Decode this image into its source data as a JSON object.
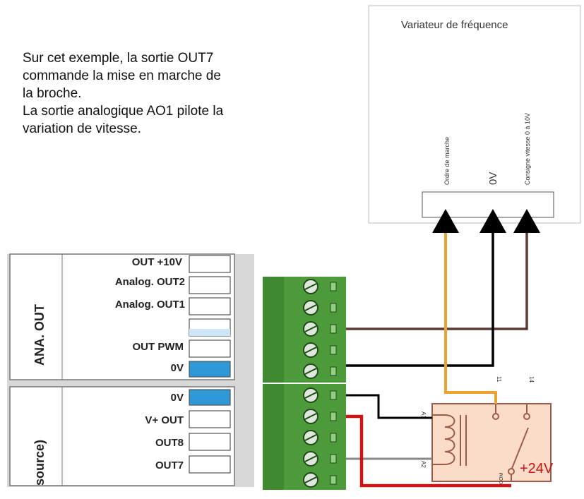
{
  "description": {
    "lines": [
      "Sur cet exemple, la sortie OUT7",
      "commande la mise en marche de",
      "la broche.",
      "La sortie analogique AO1 pilote la",
      "variation de vitesse."
    ]
  },
  "vfd": {
    "title": "Variateur de fréquence",
    "pin_run": "Ordre de marche",
    "pin_0v": "0V",
    "pin_speed": "Consigne vitesse 0 à 10V"
  },
  "board": {
    "group_ana": "ANA. OUT",
    "group_out": "source)",
    "rows": [
      "OUT +10V",
      "Analog. OUT2",
      "Analog. OUT1",
      "OUT PWM",
      "0V",
      "0V",
      "V+ OUT",
      "OUT8",
      "OUT7"
    ]
  },
  "relay": {
    "coil_top": "A1",
    "coil_bottom": "A2",
    "contact_left": "11",
    "contact_right": "14",
    "common": "COM"
  },
  "supply": {
    "label": "+24V"
  },
  "colors": {
    "wire_orange": "#e8a531",
    "wire_black": "#000000",
    "wire_brown": "#5a3a33",
    "wire_red": "#cc1515",
    "wire_gray": "#888888",
    "terminal_green": "#4d9a3b",
    "relay_fill": "#fbdcc8",
    "relay_stroke": "#9b5b4b",
    "led_blue": "#2f99d8"
  }
}
